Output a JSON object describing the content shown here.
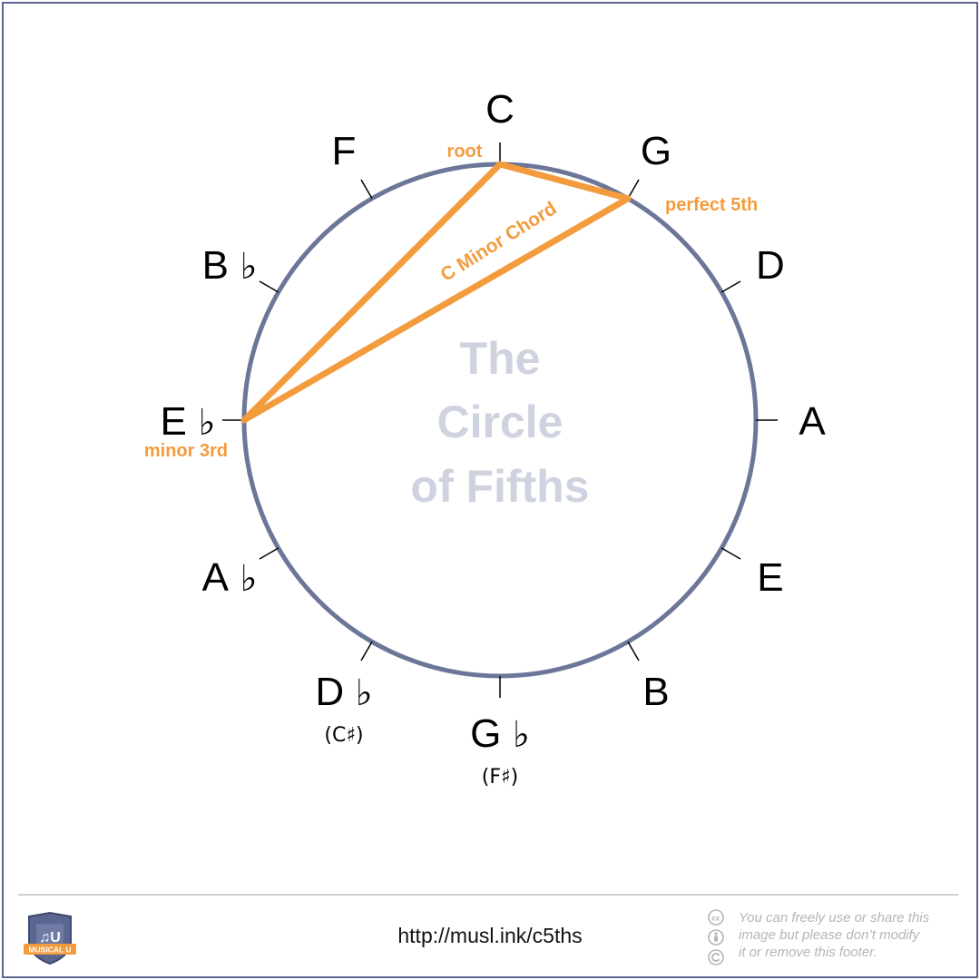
{
  "diagram": {
    "title_lines": [
      "The",
      "Circle",
      "of Fifths"
    ],
    "chord_label": "C Minor Chord",
    "notes": [
      {
        "letter": "C",
        "accidental": "",
        "enharmonic": ""
      },
      {
        "letter": "G",
        "accidental": "",
        "enharmonic": ""
      },
      {
        "letter": "D",
        "accidental": "",
        "enharmonic": ""
      },
      {
        "letter": "A",
        "accidental": "",
        "enharmonic": ""
      },
      {
        "letter": "E",
        "accidental": "",
        "enharmonic": ""
      },
      {
        "letter": "B",
        "accidental": "",
        "enharmonic": ""
      },
      {
        "letter": "G",
        "accidental": "♭",
        "enharmonic": "(F♯)"
      },
      {
        "letter": "D",
        "accidental": "♭",
        "enharmonic": "(C♯)"
      },
      {
        "letter": "A",
        "accidental": "♭",
        "enharmonic": ""
      },
      {
        "letter": "E",
        "accidental": "♭",
        "enharmonic": ""
      },
      {
        "letter": "B",
        "accidental": "♭",
        "enharmonic": ""
      },
      {
        "letter": "F",
        "accidental": "",
        "enharmonic": ""
      }
    ],
    "chord_tones": [
      {
        "note_index": 0,
        "role": "root"
      },
      {
        "note_index": 1,
        "role": "perfect 5th"
      },
      {
        "note_index": 9,
        "role": "minor 3rd"
      }
    ],
    "colors": {
      "circle": "#6b7699",
      "chord": "#f39c3e",
      "title": "#cfd3df",
      "text": "#000000",
      "frame": "#5b6690"
    }
  },
  "footer": {
    "url": "http://musl.ink/c5ths",
    "license_lines": [
      "You can freely use or share this",
      "image but please don’t modify",
      "it or remove this footer."
    ],
    "logo_text": "MUSICAL U",
    "icons": [
      "cc-icon",
      "by-icon",
      "sa-icon"
    ]
  }
}
